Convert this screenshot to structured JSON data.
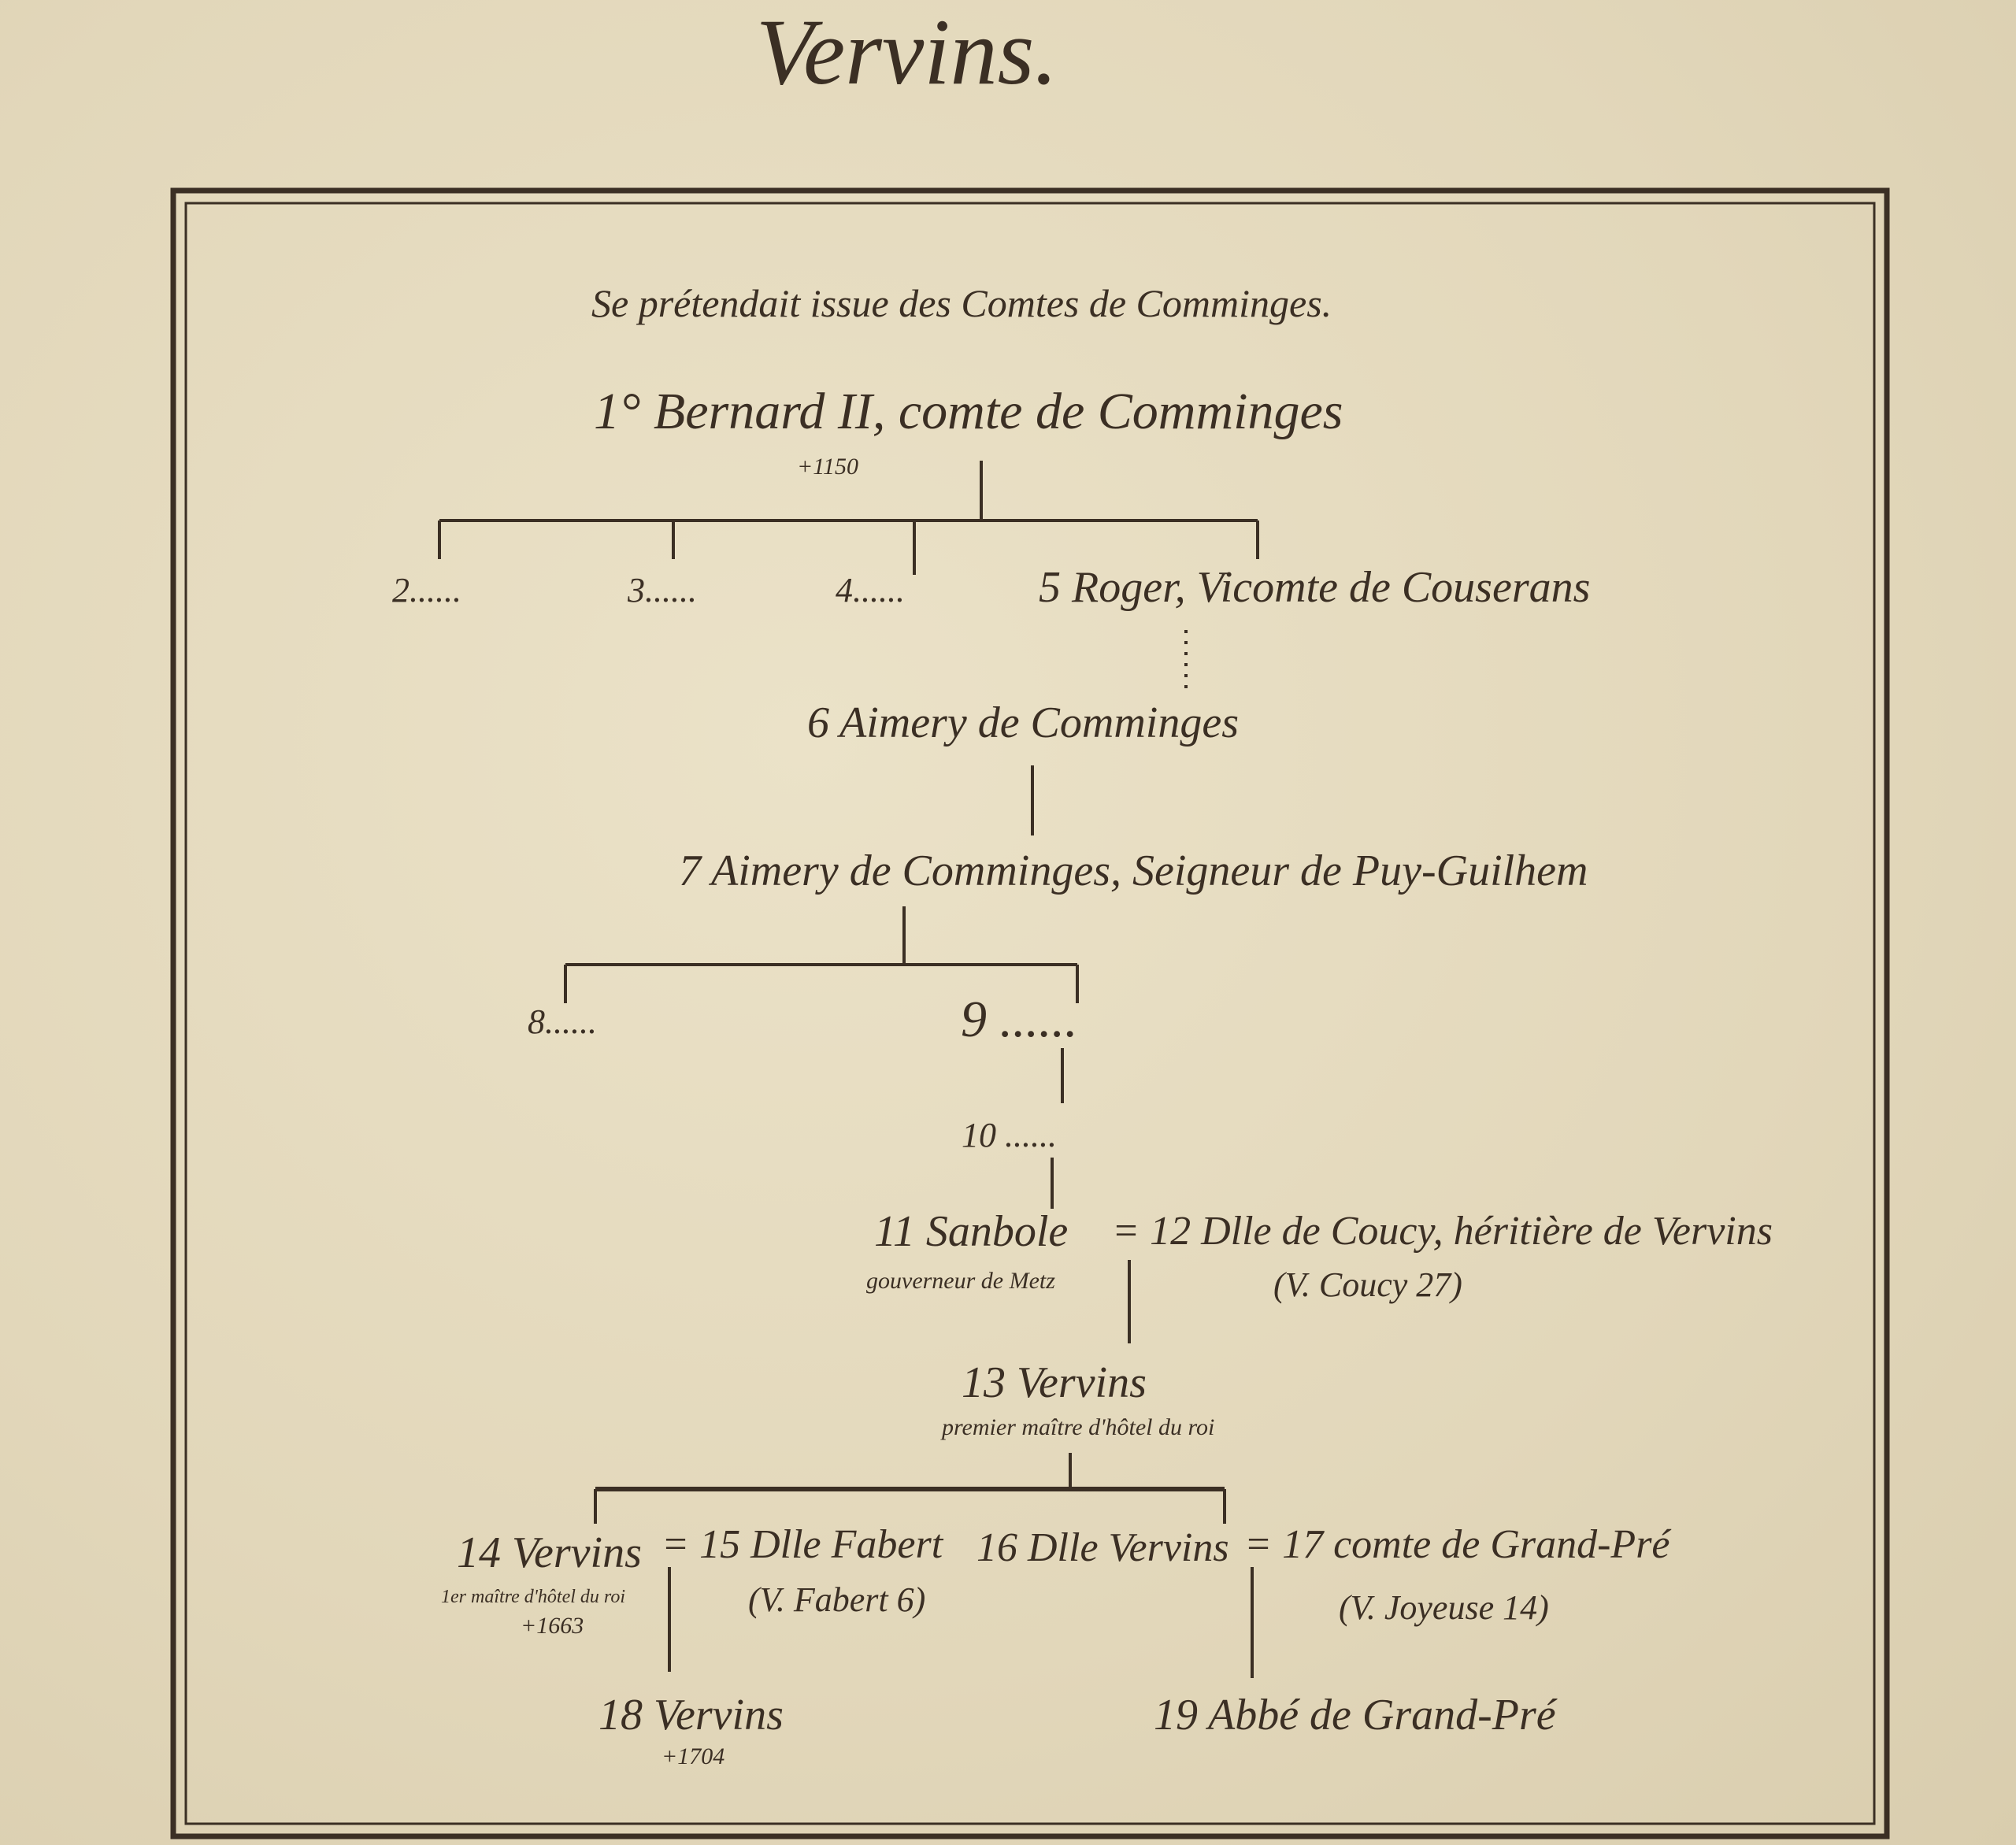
{
  "title": "Vervins.",
  "heading": "Se prétendait issue des Comtes de Comminges.",
  "persons": {
    "p1": {
      "label": "1° Bernard II, comte de Comminges",
      "note": "+1150"
    },
    "p2": {
      "label": "2......"
    },
    "p3": {
      "label": "3......"
    },
    "p4": {
      "label": "4......"
    },
    "p5": {
      "label": "5 Roger, Vicomte de Couserans"
    },
    "p6": {
      "label": "6 Aimery de Comminges"
    },
    "p7": {
      "label": "7 Aimery de Comminges, Seigneur de Puy-Guilhem"
    },
    "p8": {
      "label": "8......"
    },
    "p9": {
      "label": "9 ......"
    },
    "p10": {
      "label": "10 ......"
    },
    "p11": {
      "label": "11 Sanbole",
      "note": "gouverneur de Metz"
    },
    "p12": {
      "label": "= 12 Dlle de Coucy, héritière de Vervins",
      "note": "(V. Coucy 27)"
    },
    "p13": {
      "label": "13 Vervins",
      "note": "premier maître d'hôtel du roi"
    },
    "p14": {
      "label": "14 Vervins",
      "note": "1er maître d'hôtel du roi",
      "death": "+1663"
    },
    "p15": {
      "label": "= 15 Dlle Fabert",
      "note": "(V. Fabert 6)"
    },
    "p16": {
      "label": "16 Dlle Vervins"
    },
    "p17": {
      "label": "= 17 comte de Grand-Pré",
      "note": "(V. Joyeuse 14)"
    },
    "p18": {
      "label": "18 Vervins",
      "note": "+1704"
    },
    "p19": {
      "label": "19 Abbé de Grand-Pré"
    }
  }
}
